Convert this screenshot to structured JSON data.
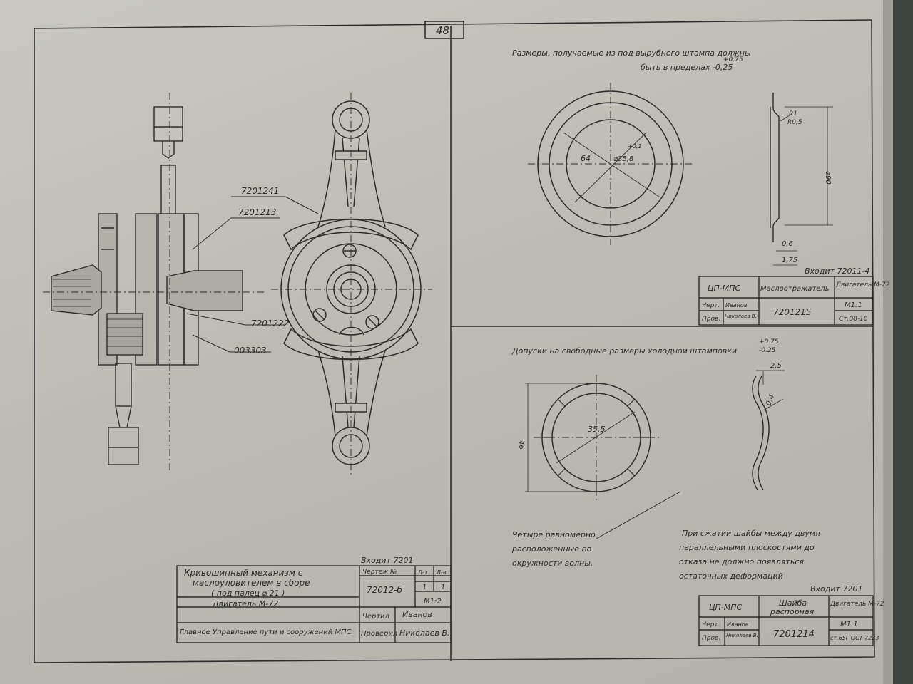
{
  "page_number": "48",
  "left": {
    "callouts": [
      "7201241",
      "7201213",
      "7201222",
      "003303"
    ],
    "title_block": {
      "enters": "Входит 7201",
      "title_lines": [
        "Кривошипный механизм с",
        "маслоуловителем в сборе",
        "( под палец ⌀ 21 )"
      ],
      "engine": "Двигатель М-72",
      "organization": "Главное Управление пути и сооружений МПС",
      "drawing_no_label": "Чертеж №",
      "drawing_no": "72012-б",
      "sheets_label": "Л-т",
      "sheets_total_label": "Л-в",
      "sheet": "1",
      "sheets_total": "1",
      "scale": "М1:2",
      "drawn_label": "Чертил",
      "drawn_by": "Иванов",
      "checked_label": "Проверил",
      "checked_by": "Николаев В."
    }
  },
  "top_right": {
    "note_line1": "Размеры, получаемые из под вырубного штампа должны",
    "note_tol_plus": "+0.75",
    "note_line2": "быть в пределах -0,25",
    "dims": {
      "d64": "64",
      "d35": "⌀35,8",
      "d35_tol": "+0,1",
      "r1": "R1",
      "r05": "R0,5",
      "t06": "0,6",
      "t175": "1,75",
      "d90": "⌀90"
    },
    "title_block": {
      "enters": "Входит 72011-4",
      "org": "ЦП-МПС",
      "name": "Маслоотражатель",
      "engine": "Двигатель М-72",
      "drawn_label": "Черт.",
      "drawn_by": "Иванов",
      "checked_label": "Пров.",
      "checked_by": "Николаев В.",
      "number": "7201215",
      "scale": "М1:1",
      "material": "Ст.08-10"
    }
  },
  "bottom_right": {
    "tolerance_note": "Допуски на свободные размеры холодной штамповки",
    "tol_plus": "+0.75",
    "tol_minus": "-0.25",
    "dims": {
      "d46": "46",
      "d35": "35,5",
      "t25": "2,5",
      "t04": "0,4"
    },
    "callout_lines": [
      "Четыре равномерно",
      "расположенные по",
      "окружности волны."
    ],
    "deform_note_lines": [
      "При сжатии шайбы между двумя",
      "параллельными плоскостями до",
      "отказа не должно появляться",
      "остаточных деформаций"
    ],
    "title_block": {
      "enters": "Входит 7201",
      "org": "ЦП-МПС",
      "name_lines": [
        "Шайба",
        "распорная"
      ],
      "engine": "Двигатель М-72",
      "drawn_label": "Черт.",
      "drawn_by": "Иванов",
      "checked_label": "Пров.",
      "checked_by": "Николаев В.",
      "number": "7201214",
      "scale": "М1:1",
      "material": "ст.65Г ОСТ 7223"
    }
  }
}
